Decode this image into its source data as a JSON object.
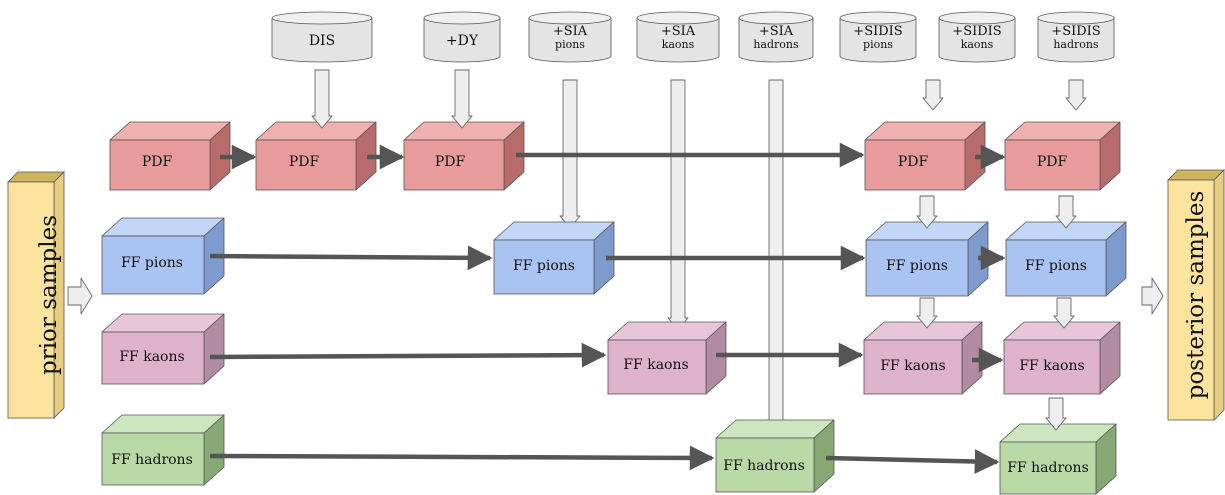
{
  "side": {
    "prior": "prior samples",
    "posterior": "posterior samples"
  },
  "datasets": {
    "dis": {
      "line1": "DIS"
    },
    "dy": {
      "line1": "+DY"
    },
    "sia_pions": {
      "line1": "+SIA",
      "line2": "pions"
    },
    "sia_kaons": {
      "line1": "+SIA",
      "line2": "kaons"
    },
    "sia_hadrons": {
      "line1": "+SIA",
      "line2": "hadrons"
    },
    "sidis_pions": {
      "line1": "+SIDIS",
      "line2": "pions"
    },
    "sidis_kaons": {
      "line1": "+SIDIS",
      "line2": "kaons"
    },
    "sidis_hadrons": {
      "line1": "+SIDIS",
      "line2": "hadrons"
    }
  },
  "boxes": {
    "pdf": "PDF",
    "ff_pions": "FF pions",
    "ff_kaons": "FF kaons",
    "ff_hadrons": "FF hadrons"
  },
  "colors": {
    "pdf": {
      "front": "#e89b9b",
      "top": "#f0b0b0",
      "side": "#b86b6b"
    },
    "pions": {
      "front": "#a9c4f2",
      "top": "#c2d6f7",
      "side": "#7e9bcd"
    },
    "kaons": {
      "front": "#ddb2ca",
      "top": "#e8c6d9",
      "side": "#b08ba1"
    },
    "hadrons": {
      "front": "#b8d8a6",
      "top": "#cde6bf",
      "side": "#86a874"
    },
    "side_panel": {
      "front": "#fde49e",
      "top": "#cfb45e",
      "side": "#e6cd7e"
    },
    "dataset": "#e4e4e4",
    "flow_arrow": "#555555",
    "block_arrow": "#eeeeee"
  }
}
